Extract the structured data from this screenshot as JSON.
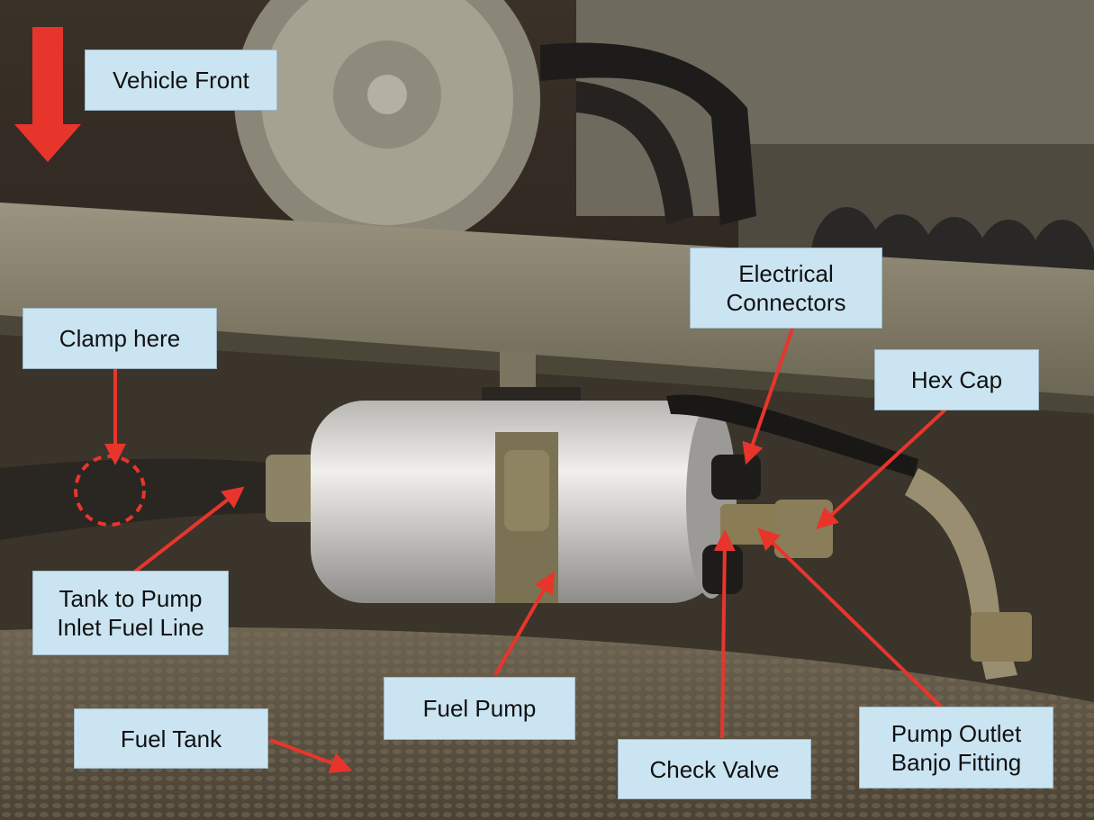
{
  "labels": {
    "vehicle_front": "Vehicle Front",
    "clamp_here": "Clamp here",
    "electrical_connectors": "Electrical\nConnectors",
    "hex_cap": "Hex Cap",
    "tank_to_pump": "Tank to Pump\nInlet Fuel Line",
    "fuel_pump": "Fuel Pump",
    "fuel_tank": "Fuel Tank",
    "check_valve": "Check Valve",
    "pump_outlet": "Pump Outlet\nBanjo Fitting"
  },
  "colors": {
    "callout_bg": "#cbe4f2",
    "arrow": "#e8352c",
    "pump_body": "#d8d6d2",
    "rusty_metal": "#6b6452"
  }
}
